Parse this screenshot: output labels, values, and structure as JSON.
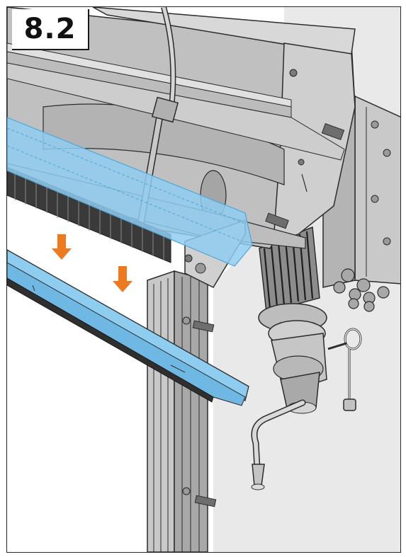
{
  "step": {
    "label": "8.2"
  },
  "colors": {
    "metal_light": "#d4d4d4",
    "metal_mid": "#bdbdbd",
    "metal_dark": "#9a9a9a",
    "highlight_blue": "#8fcdf0",
    "highlight_blue_edge": "#4fa6d8",
    "arrow_orange": "#ee7a1f",
    "line": "#2b2b2b",
    "backdrop": "#e9e9e9"
  },
  "parts": [
    "roller-housing",
    "door-curtain-shaft",
    "highlighted-bottom-profile",
    "brush-seal",
    "side-guide-rail",
    "drive-motor",
    "control-box",
    "hand-crank",
    "pull-ring",
    "cable-tie",
    "downward-arrow-icon"
  ]
}
